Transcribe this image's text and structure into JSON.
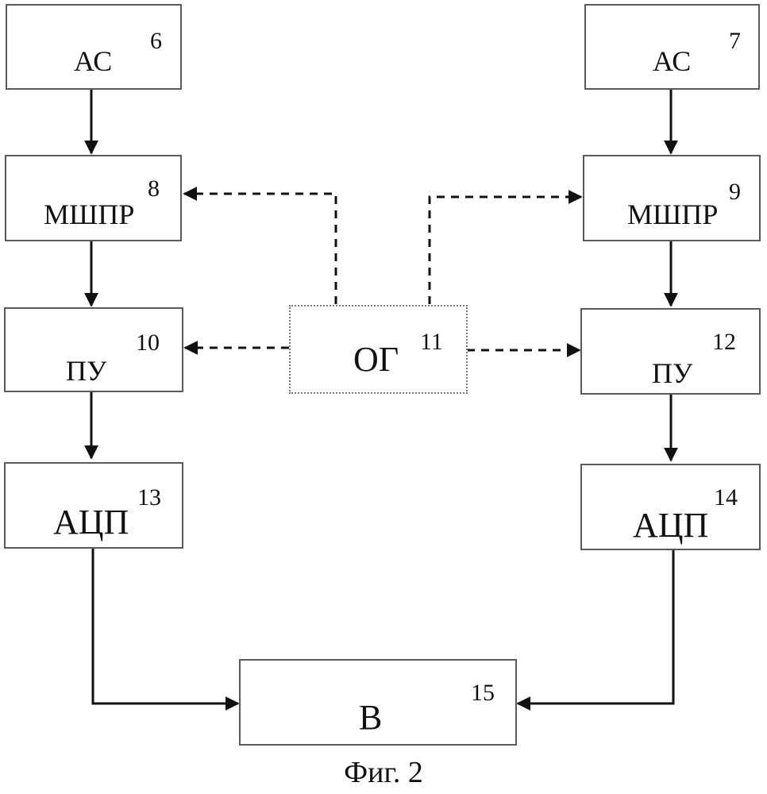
{
  "blocks": {
    "as_left": {
      "label": "АС",
      "number": "6"
    },
    "as_right": {
      "label": "АС",
      "number": "7"
    },
    "mshpr_left": {
      "label": "МШПР",
      "number": "8"
    },
    "mshpr_right": {
      "label": "МШПР",
      "number": "9"
    },
    "pu_left": {
      "label": "ПУ",
      "number": "10"
    },
    "og": {
      "label": "ОГ",
      "number": "11"
    },
    "pu_right": {
      "label": "ПУ",
      "number": "12"
    },
    "adc_left": {
      "label": "АЦП",
      "number": "13"
    },
    "adc_right": {
      "label": "АЦП",
      "number": "14"
    },
    "b": {
      "label": "В",
      "number": "15"
    }
  },
  "caption": "Фиг. 2"
}
